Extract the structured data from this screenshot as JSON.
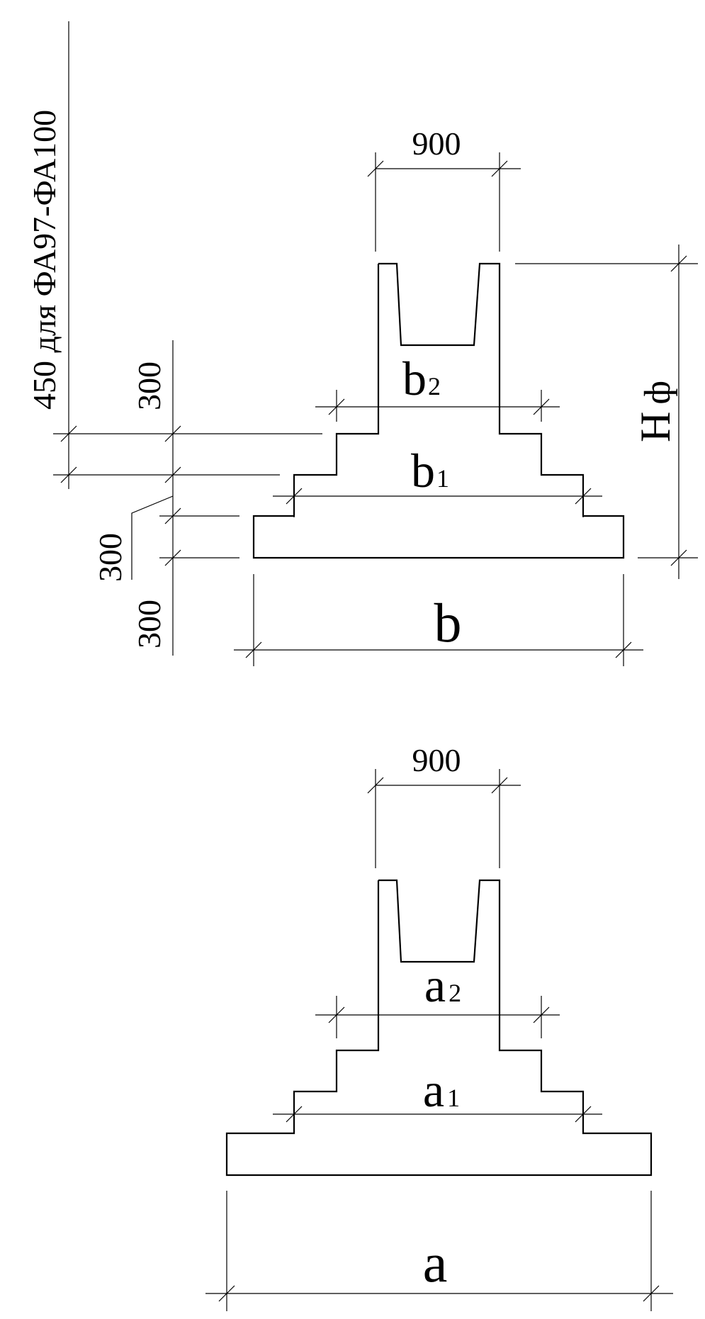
{
  "top_view": {
    "dim_top_width": "900",
    "label_b2_main": "b",
    "label_b2_sub": "2",
    "label_b1_main": "b",
    "label_b1_sub": "1",
    "label_b": "b",
    "label_h_main": "H",
    "label_h_sub": "ф",
    "left_note": "450 для ФА97-ФА100",
    "left_dim_1": "300",
    "left_dim_2": "300",
    "left_dim_3": "300"
  },
  "bottom_view": {
    "dim_top_width": "900",
    "label_a2_main": "a",
    "label_a2_sub": "2",
    "label_a1_main": "a",
    "label_a1_sub": "1",
    "label_a": "a"
  }
}
